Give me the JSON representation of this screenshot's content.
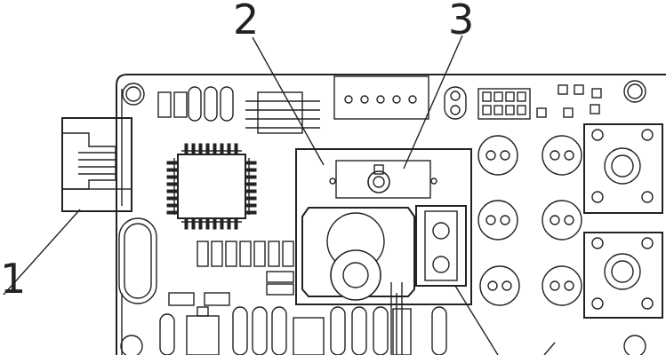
{
  "callouts": [
    {
      "id": "1",
      "label": "1"
    },
    {
      "id": "2",
      "label": "2"
    },
    {
      "id": "3",
      "label": "3"
    }
  ],
  "colors": {
    "ink": "#222222",
    "paper": "#ffffff"
  }
}
